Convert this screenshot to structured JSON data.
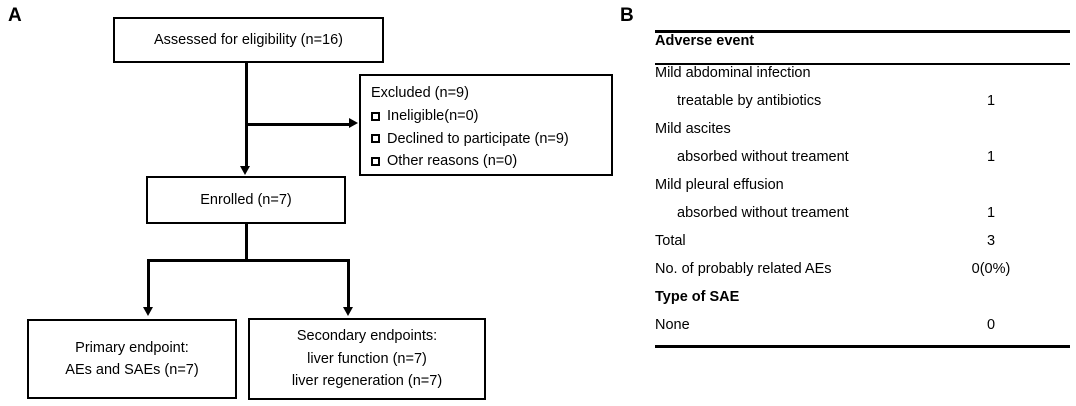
{
  "panels": {
    "a_label": "A",
    "b_label": "B"
  },
  "flowchart": {
    "assessed": {
      "line1": "Assessed   for  eligibility    (n=16)"
    },
    "excluded": {
      "title": "Excluded (n=9)",
      "items": [
        {
          "label": "Ineligible(n=0)"
        },
        {
          "label": "Declined to participate (n=9)"
        },
        {
          "label": "Other reasons (n=0)"
        }
      ]
    },
    "enrolled": {
      "line1": "Enrolled (n=7)"
    },
    "primary": {
      "line1": "Primary endpoint:",
      "line2": "AEs and SAEs (n=7)"
    },
    "secondary": {
      "line1": "Secondary endpoints:",
      "line2": "liver function (n=7)",
      "line3": "liver regeneration (n=7)"
    }
  },
  "table": {
    "header": {
      "label": "Adverse event",
      "value": ""
    },
    "rows": [
      {
        "label": "Mild abdominal infection",
        "value": "",
        "indent": false,
        "bold": false
      },
      {
        "label": "treatable by antibiotics",
        "value": "1",
        "indent": true,
        "bold": false
      },
      {
        "label": "Mild ascites",
        "value": "",
        "indent": false,
        "bold": false
      },
      {
        "label": "absorbed without treament",
        "value": "1",
        "indent": true,
        "bold": false
      },
      {
        "label": "Mild pleural effusion",
        "value": "",
        "indent": false,
        "bold": false
      },
      {
        "label": "absorbed without treament",
        "value": "1",
        "indent": true,
        "bold": false
      },
      {
        "label": "Total",
        "value": "3",
        "indent": false,
        "bold": false
      },
      {
        "label": "No. of probably related AEs",
        "value": "0(0%)",
        "indent": false,
        "bold": false
      },
      {
        "label": "Type of SAE",
        "value": "",
        "indent": false,
        "bold": true
      },
      {
        "label": "None",
        "value": "0",
        "indent": false,
        "bold": false
      }
    ]
  },
  "colors": {
    "ink": "#000000",
    "paper": "#ffffff"
  }
}
